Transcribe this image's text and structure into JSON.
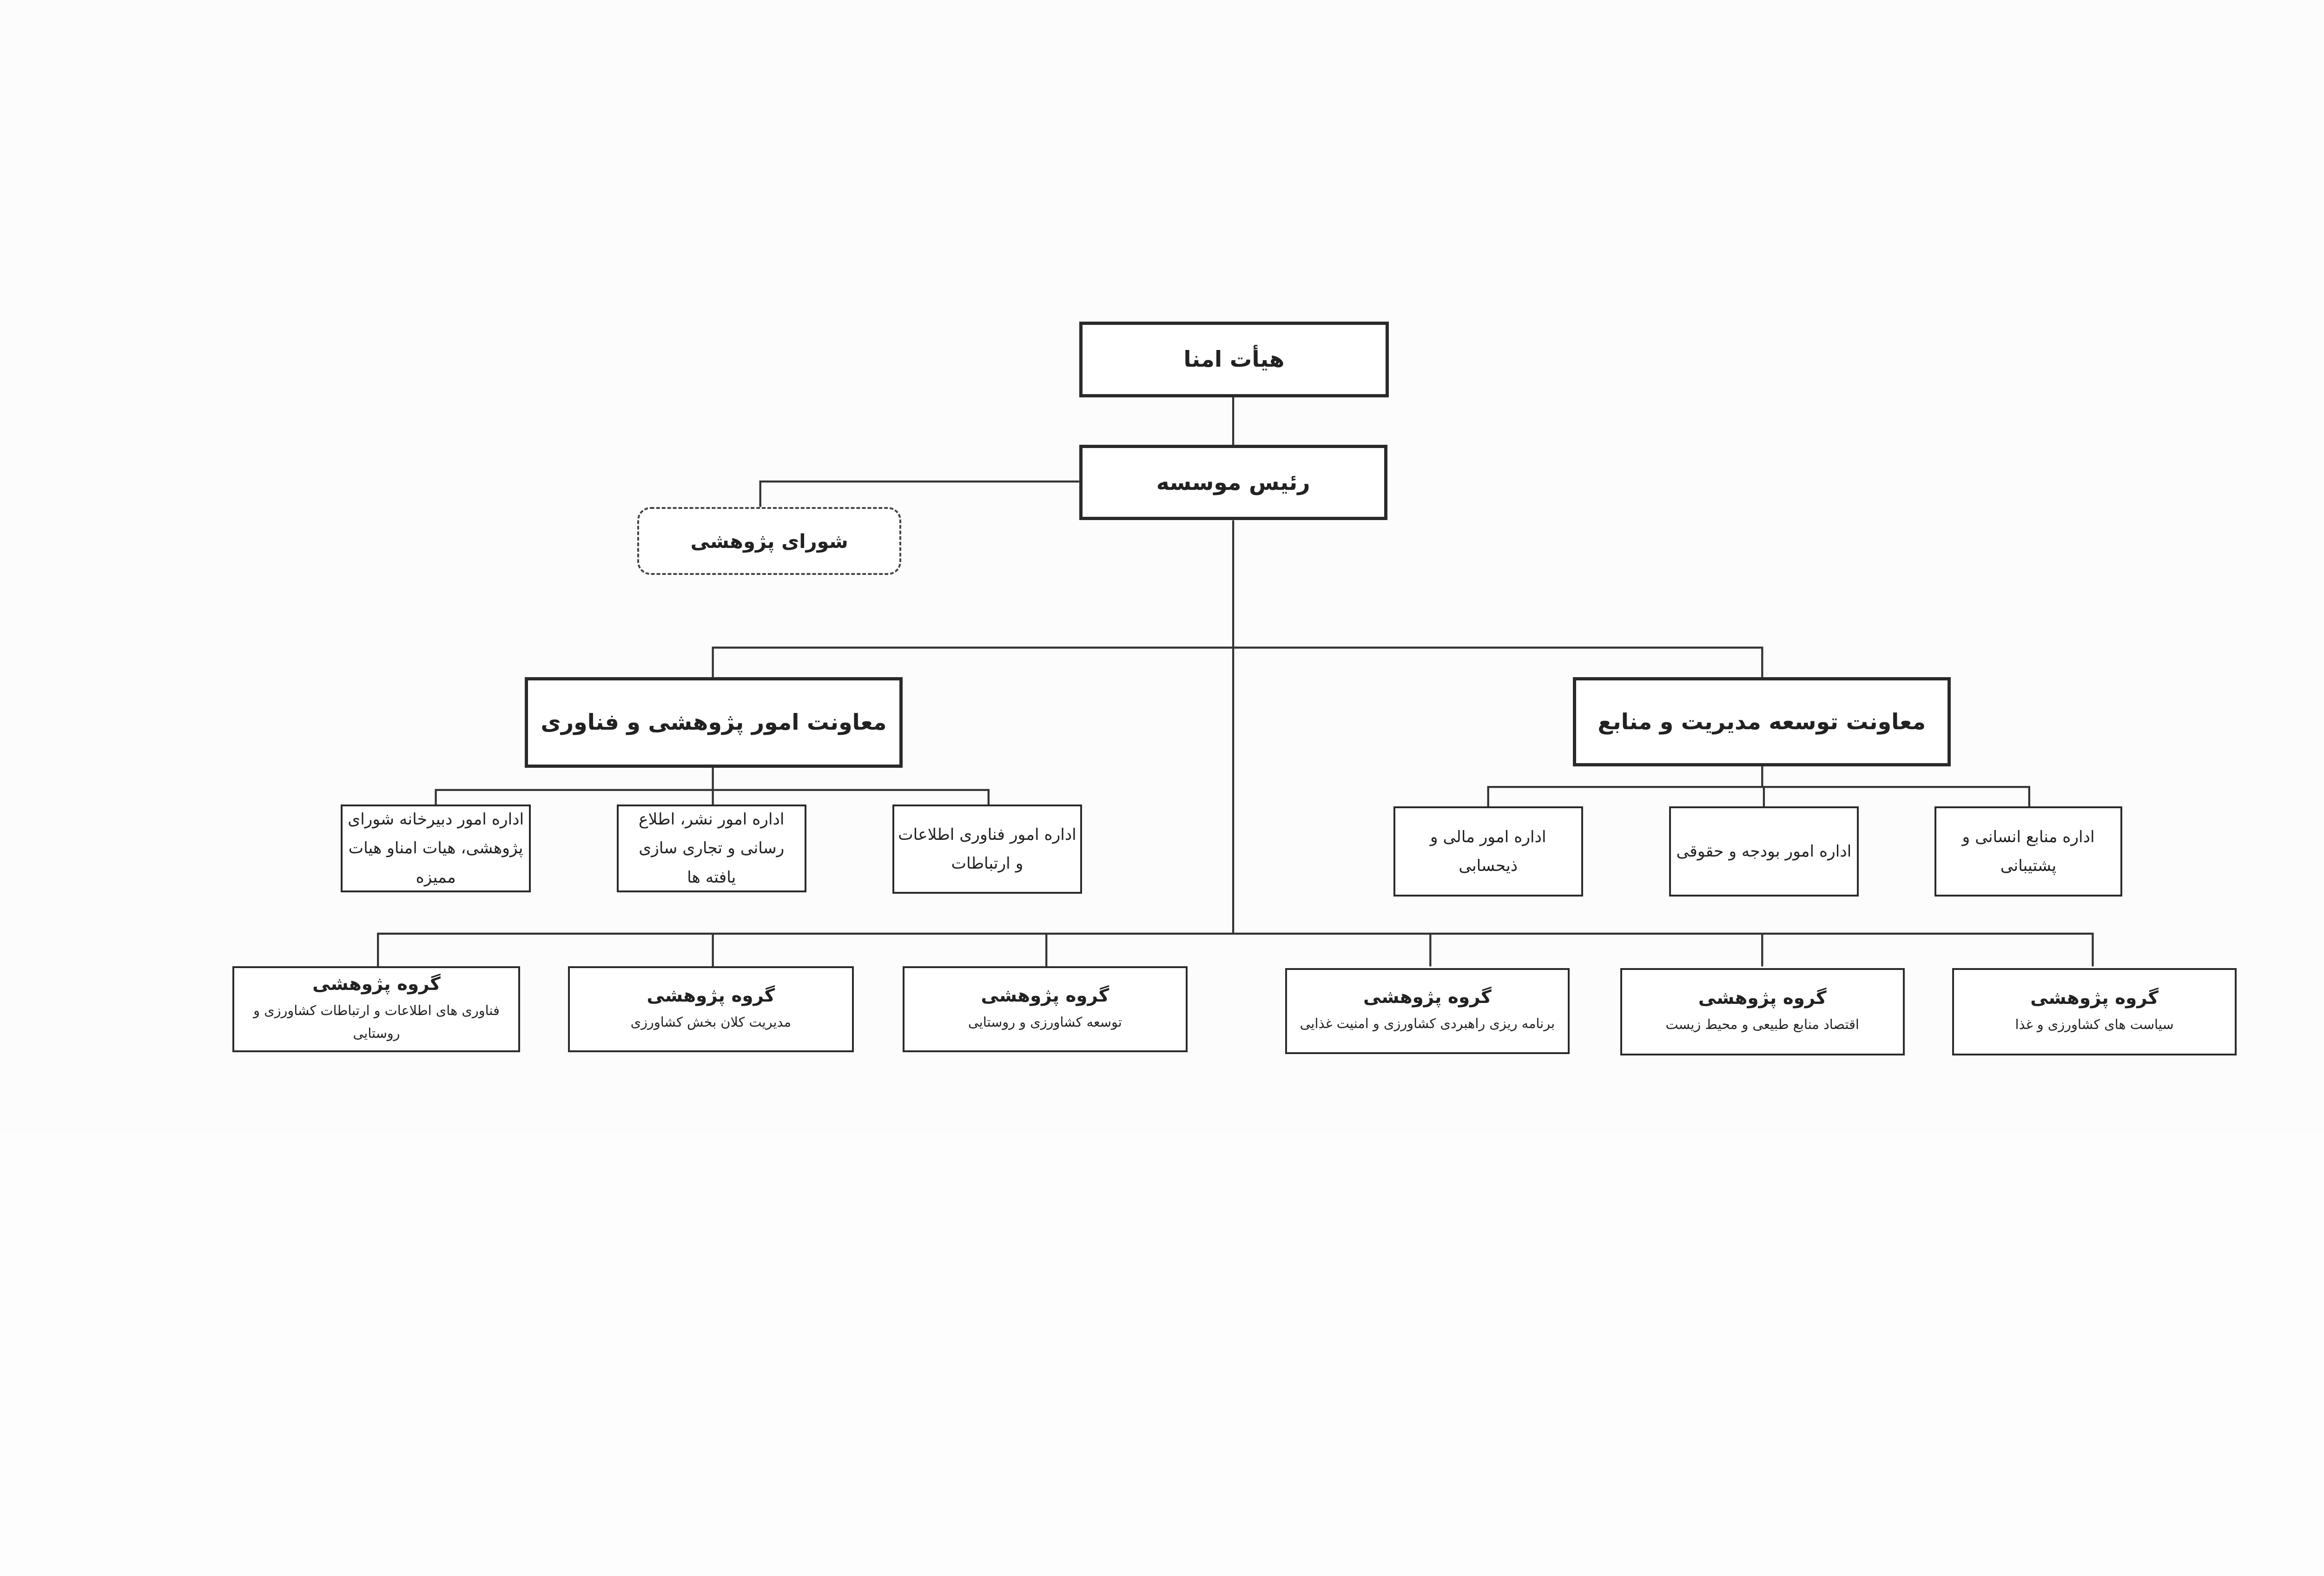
{
  "board_of_trustees": "هیأت امنا",
  "president": "رئیس موسسه",
  "research_council": "شورای پژوهشی",
  "deputies": {
    "research": "معاونت امور پژوهشی و فناوری",
    "management": "معاونت توسعه مدیریت و منابع"
  },
  "research_offices": [
    "اداره امور دبیرخانه شورای پژوهشی، هیات امناو هیات ممیزه",
    "اداره امور نشر، اطلاع رسانی و تجاری سازی یافته ها",
    "اداره امور فناوری اطلاعات و ارتباطات"
  ],
  "management_offices": [
    "اداره امور مالی و ذیحسابی",
    "اداره امور بودجه و حقوقی",
    "اداره منابع انسانی و پشتیبانی"
  ],
  "groups": [
    {
      "title": "گروه پژوهشی",
      "subtitle": "فناوری های اطلاعات و ارتباطات کشاورزی و روستایی"
    },
    {
      "title": "گروه پژوهشی",
      "subtitle": "مدیریت کلان بخش کشاورزی"
    },
    {
      "title": "گروه پژوهشی",
      "subtitle": "توسعه کشاورزی و روستایی"
    },
    {
      "title": "گروه پژوهشی",
      "subtitle": "برنامه ریزی راهبردی کشاورزی و امنیت غذایی"
    },
    {
      "title": "گروه پژوهشی",
      "subtitle": "اقتصاد منابع طبیعی و محیط زیست"
    },
    {
      "title": "گروه پژوهشی",
      "subtitle": "سیاست های کشاورزی و غذا"
    }
  ]
}
